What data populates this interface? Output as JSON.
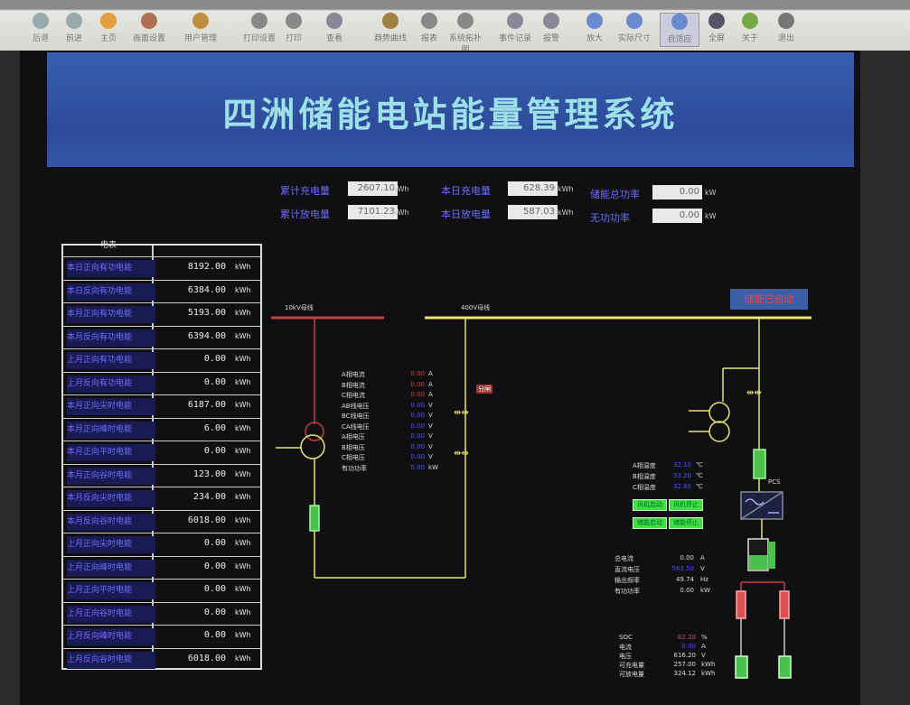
{
  "toolbar": [
    {
      "label": "后退",
      "icon": "back-icon"
    },
    {
      "label": "前进",
      "icon": "forward-icon"
    },
    {
      "label": "主页",
      "icon": "home-icon"
    },
    {
      "label": "画面设置",
      "icon": "screen-settings-icon"
    },
    {
      "label": "用户管理",
      "icon": "users-icon"
    },
    {
      "label": "打印设置",
      "icon": "printer-settings-icon"
    },
    {
      "label": "打印",
      "icon": "print-icon"
    },
    {
      "label": "查看",
      "icon": "view-icon"
    },
    {
      "label": "趋势曲线",
      "icon": "trend-icon"
    },
    {
      "label": "报表",
      "icon": "report-icon"
    },
    {
      "label": "系统拓扑图",
      "icon": "topology-icon"
    },
    {
      "label": "事件记录",
      "icon": "event-icon"
    },
    {
      "label": "报警",
      "icon": "alarm-icon"
    },
    {
      "label": "放大",
      "icon": "zoom-in-icon"
    },
    {
      "label": "实际尺寸",
      "icon": "actual-size-icon"
    },
    {
      "label": "自适应",
      "icon": "fit-icon"
    },
    {
      "label": "全屏",
      "icon": "fullscreen-icon"
    },
    {
      "label": "关于",
      "icon": "about-icon"
    },
    {
      "label": "退出",
      "icon": "exit-icon"
    }
  ],
  "title": "四洲储能电站能量管理系统",
  "summary": [
    {
      "label": "累计充电量",
      "value": "2607.10",
      "unit": "kWh"
    },
    {
      "label": "累计放电量",
      "value": "7101.23",
      "unit": "kWh"
    },
    {
      "label": "本日充电量",
      "value": "628.39",
      "unit": "kWh"
    },
    {
      "label": "本日放电量",
      "value": "587.03",
      "unit": "kWh"
    },
    {
      "label": "储能总功率",
      "value": "0.00",
      "unit": "kW"
    },
    {
      "label": "无功功率",
      "value": "0.00",
      "unit": "kW"
    }
  ],
  "meter": {
    "header": "电表",
    "rows": [
      {
        "label": "本日正向有功电能",
        "value": "8192.00",
        "unit": "kWh"
      },
      {
        "label": "本日反向有功电能",
        "value": "6384.00",
        "unit": "kWh"
      },
      {
        "label": "本月正向有功电能",
        "value": "5193.00",
        "unit": "kWh"
      },
      {
        "label": "本月反向有功电能",
        "value": "6394.00",
        "unit": "kWh"
      },
      {
        "label": "上月正向有功电能",
        "value": "0.00",
        "unit": "kWh"
      },
      {
        "label": "上月反向有功电能",
        "value": "0.00",
        "unit": "kWh"
      },
      {
        "label": "本月正向尖时电能",
        "value": "6187.00",
        "unit": "kWh"
      },
      {
        "label": "本月正向峰时电能",
        "value": "6.00",
        "unit": "kWh"
      },
      {
        "label": "本月正向平时电能",
        "value": "0.00",
        "unit": "kWh"
      },
      {
        "label": "本月正向谷时电能",
        "value": "123.00",
        "unit": "kWh"
      },
      {
        "label": "本月反向尖时电能",
        "value": "234.00",
        "unit": "kWh"
      },
      {
        "label": "本月反向谷时电能",
        "value": "6018.00",
        "unit": "kWh"
      },
      {
        "label": "上月正向尖时电能",
        "value": "0.00",
        "unit": "kWh"
      },
      {
        "label": "上月正向峰时电能",
        "value": "0.00",
        "unit": "kWh"
      },
      {
        "label": "上月正向平时电能",
        "value": "0.00",
        "unit": "kWh"
      },
      {
        "label": "上月正向谷时电能",
        "value": "0.00",
        "unit": "kWh"
      },
      {
        "label": "上月反向峰时电能",
        "value": "0.00",
        "unit": "kWh"
      },
      {
        "label": "上月反向谷时电能",
        "value": "6018.00",
        "unit": "kWh"
      }
    ]
  },
  "diagram": {
    "bus_hv": "10kV母线",
    "bus_lv": "400V母线",
    "breaker_status": "分闸",
    "status_banner": "储能已启动",
    "pcs_label": "PCS",
    "measurements": [
      {
        "label": "A相电流",
        "value": "0.00",
        "unit": "A",
        "color": "#d04040"
      },
      {
        "label": "B相电流",
        "value": "0.00",
        "unit": "A",
        "color": "#d04040"
      },
      {
        "label": "C相电流",
        "value": "0.00",
        "unit": "A",
        "color": "#d04040"
      },
      {
        "label": "AB线电压",
        "value": "0.00",
        "unit": "V",
        "color": "#5050ff"
      },
      {
        "label": "BC线电压",
        "value": "0.00",
        "unit": "V",
        "color": "#5050ff"
      },
      {
        "label": "CA线电压",
        "value": "0.00",
        "unit": "V",
        "color": "#5050ff"
      },
      {
        "label": "A相电压",
        "value": "0.00",
        "unit": "V",
        "color": "#5050ff"
      },
      {
        "label": "B相电压",
        "value": "0.00",
        "unit": "V",
        "color": "#5050ff"
      },
      {
        "label": "C相电压",
        "value": "0.00",
        "unit": "V",
        "color": "#5050ff"
      },
      {
        "label": "有功功率",
        "value": "0.00",
        "unit": "kW",
        "color": "#5050ff"
      }
    ],
    "temperatures": [
      {
        "label": "A相温度",
        "value": "32.10",
        "unit": "℃"
      },
      {
        "label": "B相温度",
        "value": "33.20",
        "unit": "℃"
      },
      {
        "label": "C相温度",
        "value": "32.80",
        "unit": "℃"
      }
    ],
    "buttons": [
      "风机启动",
      "风机停止",
      "储能启动",
      "储能停止"
    ],
    "pcs_info": [
      {
        "label": "总电流",
        "value": "0.00",
        "unit": "A"
      },
      {
        "label": "直流电压",
        "value": "563.50",
        "unit": "V"
      },
      {
        "label": "输出频率",
        "value": "49.74",
        "unit": "Hz"
      },
      {
        "label": "有功功率",
        "value": "0.00",
        "unit": "kW"
      }
    ],
    "bms_info": [
      {
        "label": "SOC",
        "value": "62.20",
        "unit": "%"
      },
      {
        "label": "电流",
        "value": "0.00",
        "unit": "A"
      },
      {
        "label": "电压",
        "value": "616.20",
        "unit": "V"
      },
      {
        "label": "可充电量",
        "value": "257.00",
        "unit": "kWh"
      },
      {
        "label": "可放电量",
        "value": "324.12",
        "unit": "kWh"
      }
    ]
  }
}
